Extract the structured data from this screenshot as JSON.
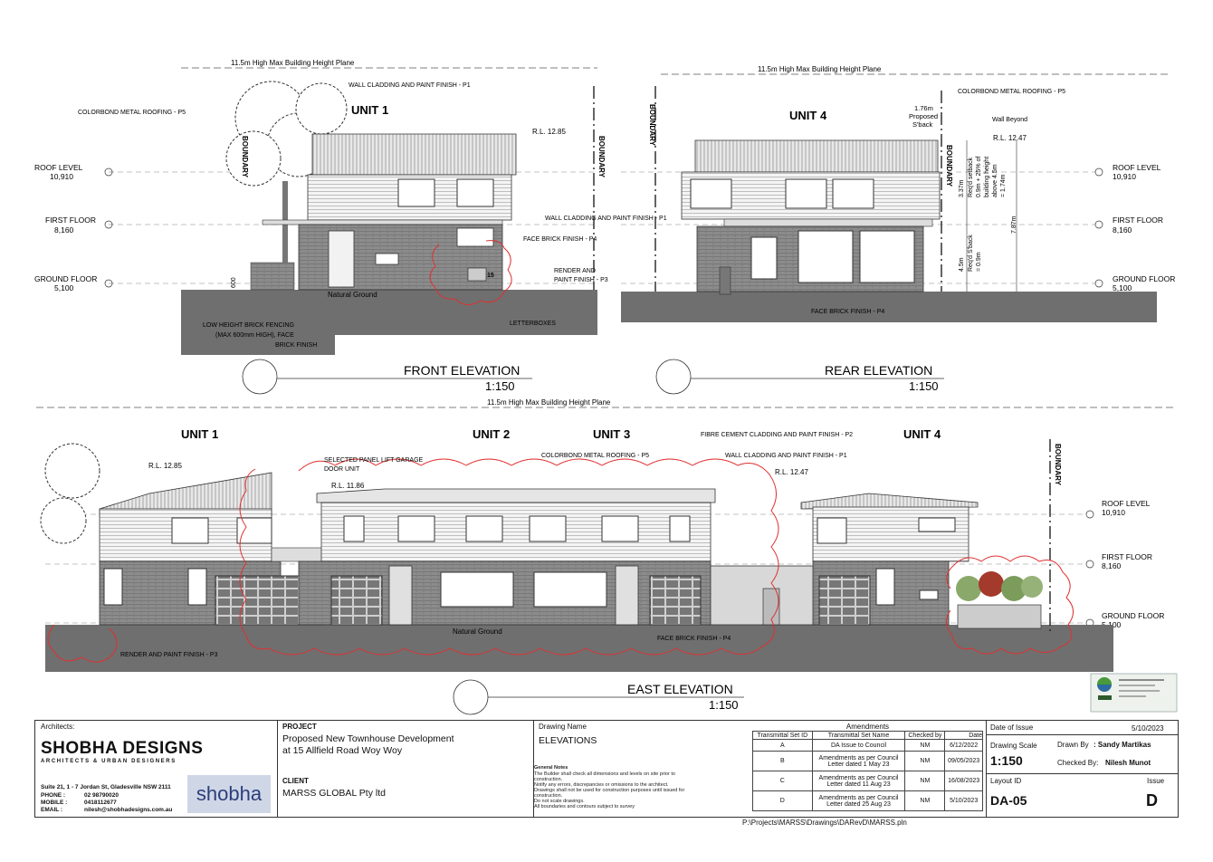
{
  "height_plane": "11.5m High Max Building Height Plane",
  "levels": {
    "roof": {
      "label": "ROOF LEVEL",
      "value": "10,910"
    },
    "first": {
      "label": "FIRST FLOOR",
      "value": "8,160"
    },
    "ground": {
      "label": "GROUND FLOOR",
      "value": "5,100"
    }
  },
  "boundary": "BOUNDARY",
  "natural_ground": "Natural   Ground",
  "front": {
    "title": "FRONT ELEVATION",
    "scale": "1:150",
    "unit": "UNIT 1",
    "rl": "R.L. 12.85",
    "dim_600": "600",
    "notes": {
      "cladding": "WALL CLADDING AND PAINT FINISH - P1",
      "roofing": "COLORBOND METAL ROOFING - P5",
      "brick": "FACE BRICK FINISH - P4",
      "render1": "RENDER AND",
      "render2": "PAINT FINISH - P3",
      "letterboxes": "LETTERBOXES",
      "fence1": "LOW HEIGHT BRICK FENCING",
      "fence2": "(MAX 600mm HIGH), FACE",
      "fence3": "BRICK FINISH"
    },
    "letterbox_no": "15"
  },
  "rear": {
    "title": "REAR ELEVATION",
    "scale": "1:150",
    "unit": "UNIT 4",
    "rl": "R.L. 12.47",
    "notes": {
      "roofing": "COLORBOND METAL ROOFING - P5",
      "wall_beyond": "Wall Beyond",
      "cladding": "WALL CLADDING AND PAINT FINISH - P1",
      "brick": "FACE BRICK FINISH - P4",
      "setback1": "1.76m",
      "setback2": "Proposed",
      "setback3": "S'back"
    },
    "dims": {
      "d1": "3.37m",
      "d1b": "Req'd setback",
      "d1c": "0.9m + 25% of",
      "d1d": "building height",
      "d1e": "above 4.5m",
      "d1f": "= 1.74m",
      "d2": "4.5m",
      "d2b": "Req'd S'back",
      "d2c": "= 0.9m",
      "d3": "7.87m"
    }
  },
  "east": {
    "title": "EAST ELEVATION",
    "scale": "1:150",
    "units": [
      "UNIT 1",
      "UNIT 2",
      "UNIT 3",
      "UNIT 4"
    ],
    "rl1": "R.L. 12.85",
    "rl2": "R.L. 11.86",
    "rl3": "R.L. 12.47",
    "notes": {
      "garage1": "SELECTED PANEL LIFT GARAGE",
      "garage2": "DOOR UNIT",
      "roofing": "COLORBOND METAL ROOFING - P5",
      "fibre": "FIBRE CEMENT CLADDING AND PAINT FINISH - P2",
      "cladding": "WALL CLADDING AND PAINT FINISH - P1",
      "render": "RENDER AND PAINT FINISH - P3",
      "brick": "FACE BRICK FINISH - P4"
    }
  },
  "title_block": {
    "architects_label": "Architects:",
    "firm": "SHOBHA DESIGNS",
    "firm_sub": "ARCHITECTS & URBAN DESIGNERS",
    "address": "Suite 21, 1 - 7 Jordan St, Gladesville NSW 2111",
    "phone_label": "PHONE  :",
    "phone": "02 98790020",
    "mobile_label": "MOBILE :",
    "mobile": "0418112677",
    "email_label": "EMAIL   :",
    "email": "nilesh@shobhadesigns.com.au",
    "logo_text": "shobha",
    "project_label": "PROJECT",
    "project1": "Proposed New Townhouse Development",
    "project2": "at 15 Allfield Road Woy Woy",
    "client_label": "CLIENT",
    "client": "MARSS GLOBAL Pty ltd",
    "drawing_name_label": "Drawing Name",
    "drawing_name": "ELEVATIONS",
    "general_notes_title": "General Notes",
    "general_notes": [
      "The Builder shall check all dimensions and levels on site prior to",
      "construction.",
      "Notify any errors, discrepancies or omissions to the architect.",
      "Drawings shall not be used for construction purposes until issued for",
      "construction.",
      "Do not scale drawings.",
      "All boundaries and contours subject to survey"
    ],
    "amendments_label": "Amendments",
    "amend_headers": [
      "Transmittal Set ID",
      "Transmittal Set Name",
      "Checked by",
      "Date"
    ],
    "amendments": [
      {
        "id": "A",
        "name1": "DA Issue to Council",
        "name2": "",
        "by": "NM",
        "date": "6/12/2022"
      },
      {
        "id": "B",
        "name1": "Amendments as per Council",
        "name2": "Letter dated 1 May 23",
        "by": "NM",
        "date": "09/05/2023"
      },
      {
        "id": "C",
        "name1": "Amendments as per Council",
        "name2": "Letter dated 11 Aug 23",
        "by": "NM",
        "date": "16/08/2023"
      },
      {
        "id": "D",
        "name1": "Amendments as per Council",
        "name2": "Letter dated 25 Aug 23",
        "by": "NM",
        "date": "5/10/2023"
      }
    ],
    "date_issue_label": "Date of Issue",
    "date_issue": "5/10/2023",
    "drawing_scale_label": "Drawing Scale",
    "drawing_scale": "1:150",
    "drawn_by_label": "Drawn By",
    "drawn_by": ":  Sandy  Martikas",
    "checked_by_label": "Checked By:",
    "checked_by": "Nilesh Munot",
    "layout_label": "Layout ID",
    "layout": "DA-05",
    "issue_label": "Issue",
    "issue": "D",
    "file_path": "P:\\Projects\\MARSS\\Drawings\\DARevD\\MARSS.pln"
  }
}
